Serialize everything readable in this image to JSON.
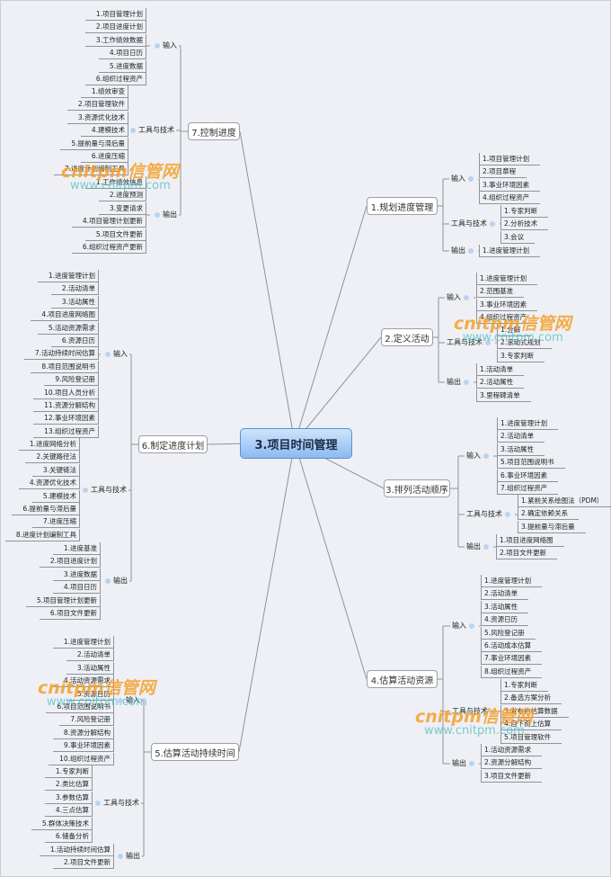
{
  "center": "3.项目时间管理",
  "branches": [
    {
      "title": "1.规划进度管理",
      "groups": [
        {
          "label": "输入",
          "items": [
            "1.项目管理计划",
            "2.项目章程",
            "3.事业环境因素",
            "4.组织过程资产"
          ]
        },
        {
          "label": "工具与技术",
          "items": [
            "1.专家判断",
            "2.分析技术",
            "3.会议"
          ]
        },
        {
          "label": "输出",
          "items": [
            "1.进度管理计划"
          ]
        }
      ]
    },
    {
      "title": "2.定义活动",
      "groups": [
        {
          "label": "输入",
          "items": [
            "1.进度管理计划",
            "2.范围基准",
            "3.事业环境因素",
            "4.组织过程资产"
          ]
        },
        {
          "label": "工具与技术",
          "items": [
            "1.分解",
            "2.滚动式规划",
            "3.专家判断"
          ]
        },
        {
          "label": "输出",
          "items": [
            "1.活动清单",
            "2.活动属性",
            "3.里程碑清单"
          ]
        }
      ]
    },
    {
      "title": "3.排列活动顺序",
      "groups": [
        {
          "label": "输入",
          "items": [
            "1.进度管理计划",
            "2.活动清单",
            "3.活动属性",
            "5.项目范围说明书",
            "6.事业环境因素",
            "7.组织过程资产"
          ]
        },
        {
          "label": "工具与技术",
          "items": [
            "1.紧前关系绘图法（PDM）",
            "2.确定依赖关系",
            "3.提前量与滞后量"
          ]
        },
        {
          "label": "输出",
          "items": [
            "1.项目进度网络图",
            "2.项目文件更新"
          ]
        }
      ]
    },
    {
      "title": "4.估算活动资源",
      "groups": [
        {
          "label": "输入",
          "items": [
            "1.进度管理计划",
            "2.活动清单",
            "3.活动属性",
            "4.资源日历",
            "5.风险登记册",
            "6.活动成本估算",
            "7.事业环境因素",
            "8.组织过程资产"
          ]
        },
        {
          "label": "工具与技术",
          "items": [
            "1.专家判断",
            "2.备选方案分析",
            "3.发布的估算数据",
            "4.自下而上估算",
            "5.项目管理软件"
          ]
        },
        {
          "label": "输出",
          "items": [
            "1.活动资源需求",
            "2.资源分解结构",
            "3.项目文件更新"
          ]
        }
      ]
    },
    {
      "title": "5.估算活动持续时间",
      "groups": [
        {
          "label": "输入",
          "items": [
            "1.进度管理计划",
            "2.活动清单",
            "3.活动属性",
            "4.活动资源需求",
            "5.资源日历",
            "6.项目范围说明书",
            "7.风险登记册",
            "8.资源分解结构",
            "9.事业环境因素",
            "10.组织过程资产"
          ]
        },
        {
          "label": "工具与技术",
          "items": [
            "1.专家判断",
            "2.类比估算",
            "3.参数估算",
            "4.三点估算",
            "5.群体决策技术",
            "6.储备分析"
          ]
        },
        {
          "label": "输出",
          "items": [
            "1.活动持续时间估算",
            "2.项目文件更新"
          ]
        }
      ]
    },
    {
      "title": "6.制定进度计划",
      "groups": [
        {
          "label": "输入",
          "items": [
            "1.进度管理计划",
            "2.活动清单",
            "3.活动属性",
            "4.项目进度网络图",
            "5.活动资源需求",
            "6.资源日历",
            "7.活动持续时间估算",
            "8.项目范围说明书",
            "9.风险登记册",
            "10.项目人员分析",
            "11.资源分解结构",
            "12.事业环境因素",
            "13.组织过程资产"
          ]
        },
        {
          "label": "工具与技术",
          "items": [
            "1.进度网络分析",
            "2.关键路径法",
            "3.关键链法",
            "4.资源优化技术",
            "5.建模技术",
            "6.提前量与滞后量",
            "7.进度压缩",
            "8.进度计划编制工具"
          ]
        },
        {
          "label": "输出",
          "items": [
            "1.进度基准",
            "2.项目进度计划",
            "3.进度数据",
            "4.项目日历",
            "5.项目管理计划更新",
            "6.项目文件更新"
          ]
        }
      ]
    },
    {
      "title": "7.控制进度",
      "groups": [
        {
          "label": "输入",
          "items": [
            "1.项目管理计划",
            "2.项目进度计划",
            "3.工作绩效数据",
            "4.项目日历",
            "5.进度数据",
            "6.组织过程资产"
          ]
        },
        {
          "label": "工具与技术",
          "items": [
            "1.绩效审查",
            "2.项目管理软件",
            "3.资源优化技术",
            "4.建模技术",
            "5.提前量与滞后量",
            "6.进度压缩",
            "7.进度计划编制工具"
          ]
        },
        {
          "label": "输出",
          "items": [
            "1.工作绩效信息",
            "2.进度预测",
            "3.变更请求",
            "4.项目管理计划更新",
            "5.项目文件更新",
            "6.组织过程资产更新"
          ]
        }
      ]
    }
  ],
  "watermark": {
    "brand": "cnitpm信管网",
    "url": "www.cnitpm.com"
  },
  "colors": {
    "center": "#8dbaf0",
    "connector": "#8e949c",
    "watermark_brand": "#f5a028",
    "watermark_url": "#50bebe"
  }
}
